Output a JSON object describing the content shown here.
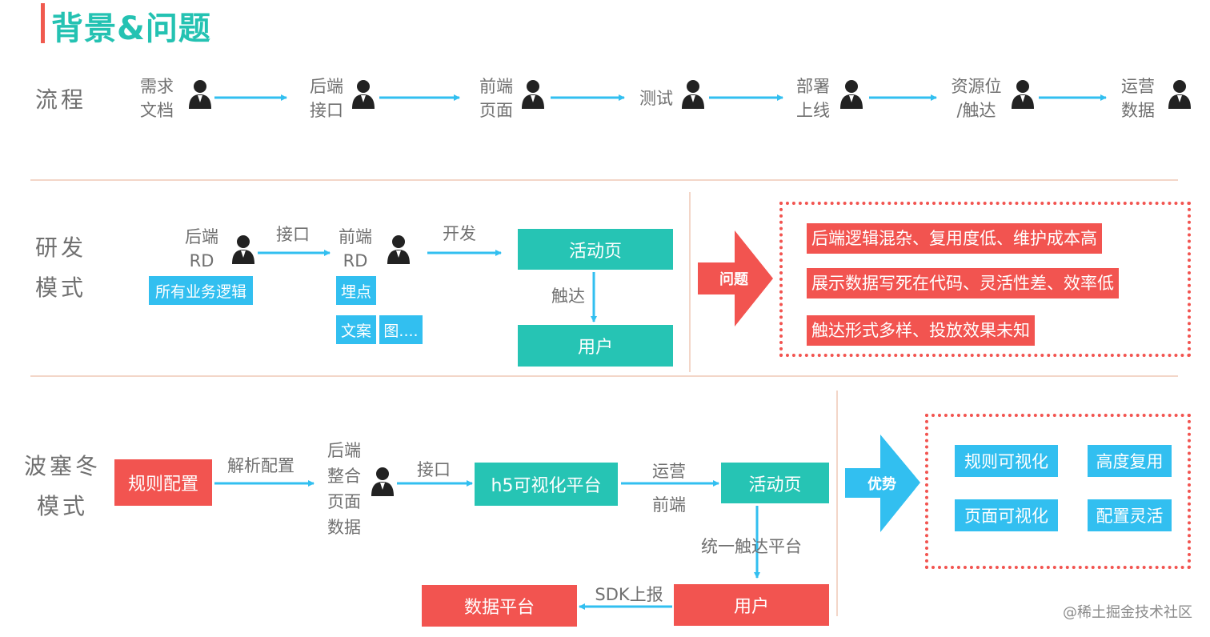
{
  "title": "背景&问题",
  "colors": {
    "teal": "#26c4b4",
    "red": "#f25450",
    "blue": "#32bff0",
    "arrow": "#32bff0",
    "title_bar": "#f05a4f"
  },
  "section1": {
    "label": "流程",
    "steps": [
      {
        "line1": "需求",
        "line2": "文档"
      },
      {
        "line1": "后端",
        "line2": "接口"
      },
      {
        "line1": "前端",
        "line2": "页面"
      },
      {
        "line1": "测试",
        "line2": ""
      },
      {
        "line1": "部署",
        "line2": "上线"
      },
      {
        "line1": "资源位",
        "line2": "/触达"
      },
      {
        "line1": "运营",
        "line2": "数据"
      }
    ]
  },
  "section2": {
    "label_line1": "研发",
    "label_line2": "模式",
    "backend": {
      "line1": "后端",
      "line2": "RD"
    },
    "frontend": {
      "line1": "前端",
      "line2": "RD"
    },
    "arrow_interface": "接口",
    "arrow_develop": "开发",
    "tag_all_logic": "所有业务逻辑",
    "tag_tracking": "埋点",
    "tag_copy": "文案",
    "tag_image": "图....",
    "activity_page": "活动页",
    "reach": "触达",
    "user": "用户",
    "problem_label": "问题",
    "problems": [
      "后端逻辑混杂、复用度低、维护成本高",
      "展示数据写死在代码、灵活性差、效率低",
      "触达形式多样、投放效果未知"
    ]
  },
  "section3": {
    "label_line1": "波塞冬",
    "label_line2": "模式",
    "rule_config": "规则配置",
    "parse_config": "解析配置",
    "backend_lines": [
      "后端",
      "整合",
      "页面",
      "数据"
    ],
    "arrow_interface": "接口",
    "h5_platform": "h5可视化平台",
    "ops_frontend": [
      "运营",
      "前端"
    ],
    "activity_page": "活动页",
    "unified_reach": "统一触达平台",
    "user": "用户",
    "sdk_report": "SDK上报",
    "data_platform": "数据平台",
    "advantage_label": "优势",
    "advantages": [
      "规则可视化",
      "高度复用",
      "页面可视化",
      "配置灵活"
    ]
  },
  "watermark": "@稀土掘金技术社区"
}
